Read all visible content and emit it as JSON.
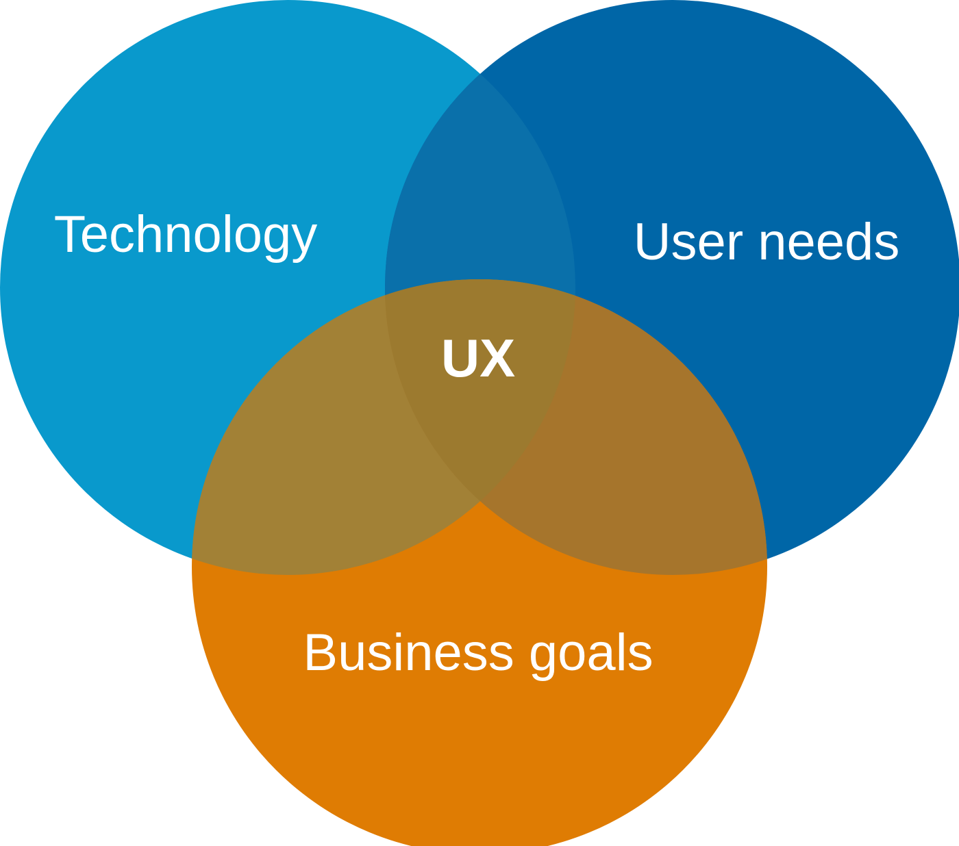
{
  "diagram": {
    "type": "venn",
    "labels": {
      "technology": "Technology",
      "user_needs": "User needs",
      "business_goals": "Business goals",
      "center": "UX"
    },
    "sets": [
      {
        "name": "Technology",
        "position": "top-left"
      },
      {
        "name": "User needs",
        "position": "top-right"
      },
      {
        "name": "Business goals",
        "position": "bottom-center"
      }
    ],
    "center_intersection": "UX",
    "colors": {
      "technology": "#0999cc",
      "user_needs": "#0066a7",
      "business_goals": "#df7c03",
      "overlap_technology_user": "#0a70aa",
      "overlap_technology_business": "#a28136",
      "overlap_user_business": "#a6752c",
      "overlap_center": "#9c7a2f",
      "label_text": "#ffffff"
    }
  }
}
